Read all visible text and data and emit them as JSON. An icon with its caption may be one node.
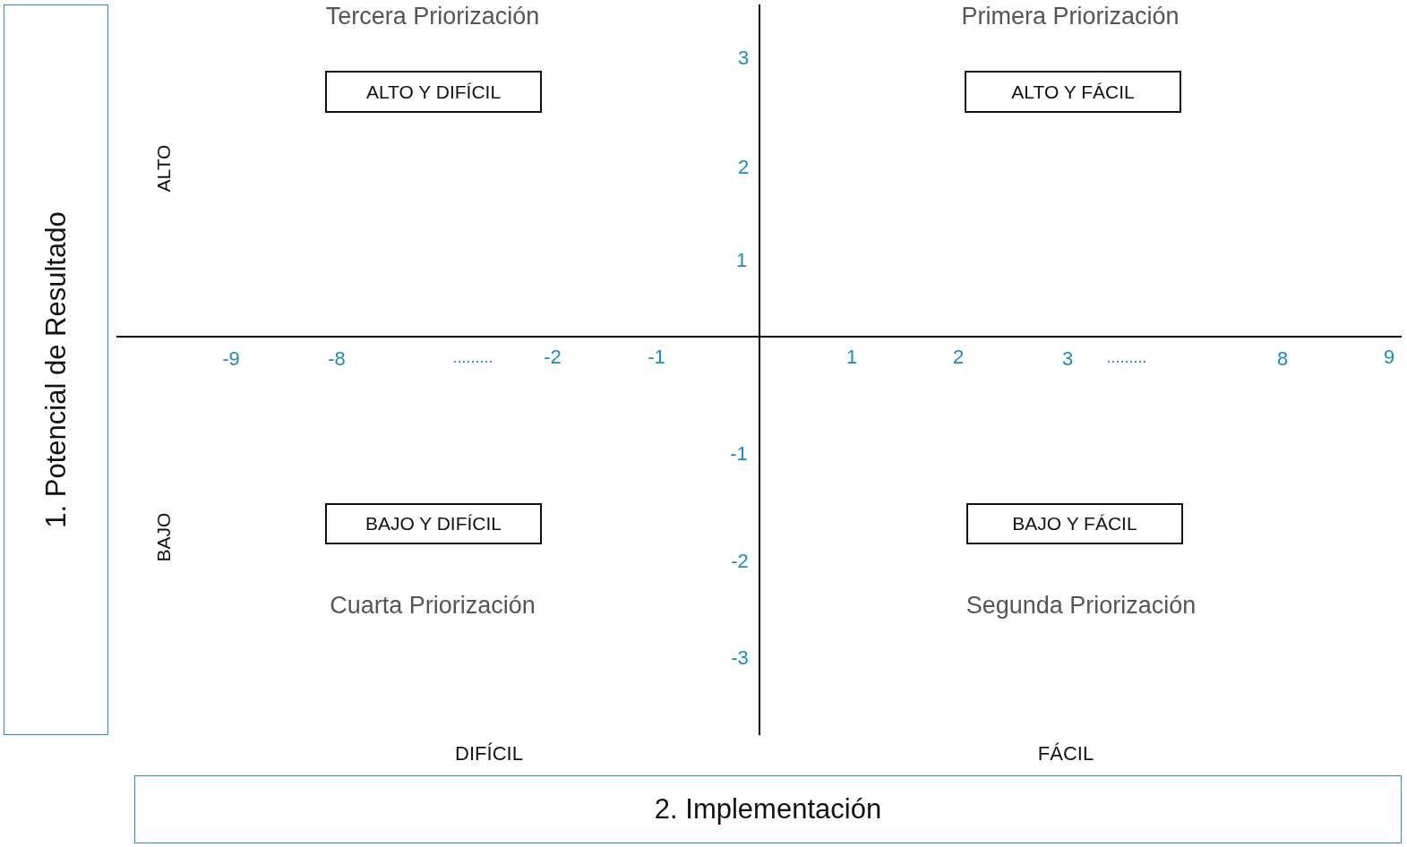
{
  "diagram": {
    "nodes": [
      {
        "text": [
          "1. Potencial de Resultado"
        ]
      },
      {
        "text": [
          "ALTO Y DIFÍCIL"
        ]
      },
      {
        "text": [
          "ALTO Y FÁCIL"
        ]
      },
      {
        "text": [
          "BAJO Y DIFÍCIL"
        ]
      },
      {
        "text": [
          "BAJO Y FÁCIL"
        ]
      },
      {
        "text": [
          "2. Implementación"
        ]
      }
    ],
    "labels": [
      "Tercera Priorización",
      "Primera Priorización",
      "3",
      "2",
      "ALTO",
      "1",
      "-9",
      "-8",
      ".........",
      "-2",
      "-1",
      "1",
      "2",
      "3",
      ".........",
      "8",
      "9",
      "-1",
      "BAJO",
      "-2",
      "Cuarta Priorización",
      "Segunda Priorización",
      "-3",
      "DIFÍCIL",
      "FÁCIL"
    ]
  }
}
